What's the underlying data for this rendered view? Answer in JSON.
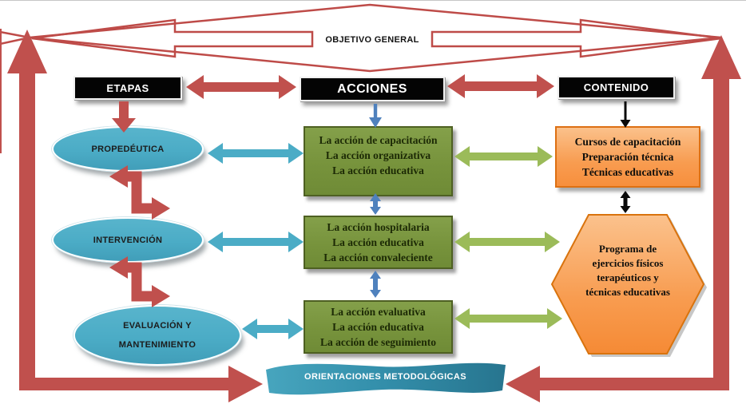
{
  "objetivo": {
    "label": "OBJETIVO GENERAL"
  },
  "columns": {
    "etapas": {
      "header": "ETAPAS"
    },
    "acciones": {
      "header": "ACCIONES"
    },
    "contenido": {
      "header": "CONTENIDO"
    }
  },
  "etapas_items": [
    {
      "lines": [
        "PROPEDÉUTICA"
      ]
    },
    {
      "lines": [
        "INTERVENCIÓN"
      ]
    },
    {
      "lines": [
        "EVALUACIÓN Y",
        "MANTENIMIENTO"
      ]
    }
  ],
  "acciones_items": [
    {
      "lines": [
        "La acción de capacitación",
        "La acción organizativa",
        "La acción educativa"
      ]
    },
    {
      "lines": [
        "La acción hospitalaria",
        "La acción educativa",
        "La acción convaleciente"
      ]
    },
    {
      "lines": [
        "La acción evaluativa",
        "La acción educativa",
        "La acción de seguimiento"
      ]
    }
  ],
  "contenido_items": {
    "cursos_box": {
      "lines": [
        "Cursos de capacitación",
        "Preparación técnica",
        "Técnicas educativas"
      ]
    },
    "programa_hexagon": {
      "lines": [
        "Programa de",
        "ejercicios físicos",
        "terapéuticos y",
        "técnicas educativas"
      ]
    }
  },
  "footer": {
    "label": "ORIENTACIONES METODOLÓGICAS"
  },
  "colors": {
    "red": "#C0504D",
    "teal": "#4BACC6",
    "steel_blue": "#4F81BD",
    "olive_green": "#77933C",
    "yellow_green": "#9BBB59",
    "orange": "#F79646",
    "black": "#000000"
  }
}
